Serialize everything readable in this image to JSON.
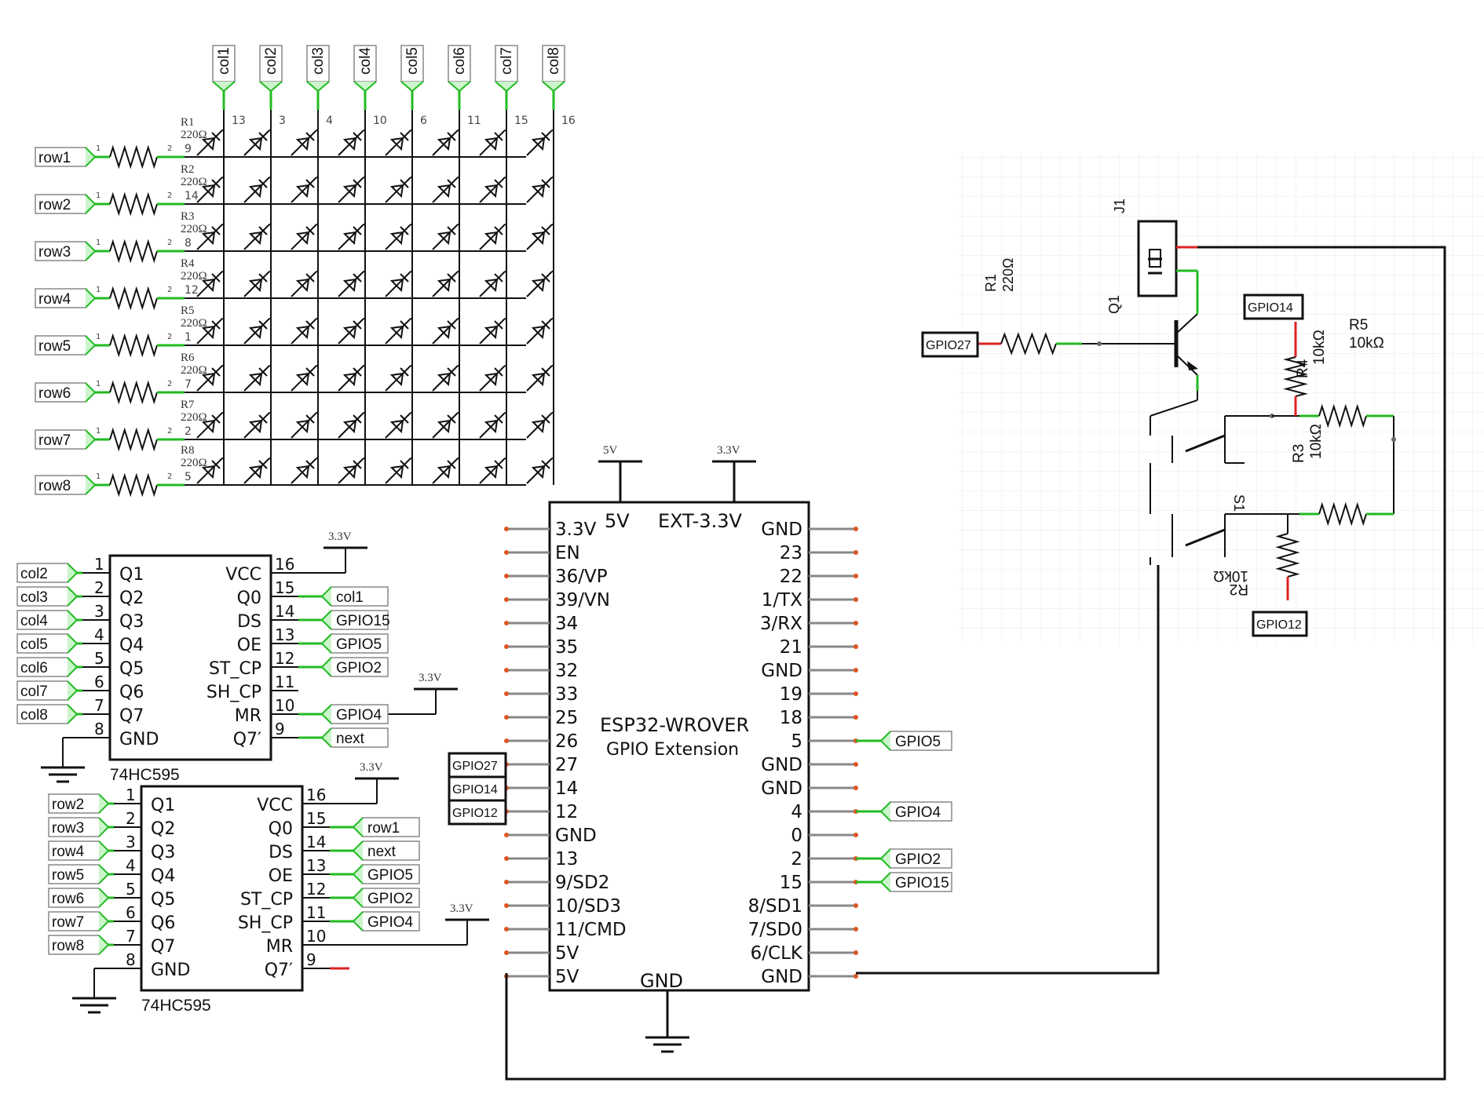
{
  "matrix": {
    "col_ports": [
      "col1",
      "col2",
      "col3",
      "col4",
      "col5",
      "col6",
      "col7",
      "col8"
    ],
    "col_pins": [
      "13",
      "3",
      "4",
      "10",
      "6",
      "11",
      "15",
      "16"
    ],
    "row_ports": [
      "row1",
      "row2",
      "row3",
      "row4",
      "row5",
      "row6",
      "row7",
      "row8"
    ],
    "row_pins": [
      "9",
      "14",
      "8",
      "12",
      "1",
      "7",
      "2",
      "5"
    ],
    "resistor_names": [
      "R1",
      "R2",
      "R3",
      "R4",
      "R5",
      "R6",
      "R7",
      "R8"
    ],
    "resistor_value": "220Ω"
  },
  "shift1": {
    "name": "74HC595",
    "left_pins": [
      "Q1",
      "Q2",
      "Q3",
      "Q4",
      "Q5",
      "Q6",
      "Q7",
      "GND"
    ],
    "left_nums": [
      "1",
      "2",
      "3",
      "4",
      "5",
      "6",
      "7",
      "8"
    ],
    "right_pins": [
      "VCC",
      "Q0",
      "DS",
      "OE",
      "ST_CP",
      "SH_CP",
      "MR",
      "Q7′"
    ],
    "right_nums": [
      "16",
      "15",
      "14",
      "13",
      "12",
      "11",
      "10",
      "9"
    ],
    "left_ports": [
      "col2",
      "col3",
      "col4",
      "col5",
      "col6",
      "col7",
      "col8"
    ],
    "right_ports": [
      "col1",
      "GPIO15",
      "GPIO5",
      "GPIO2",
      "GPIO4",
      "next"
    ],
    "supply_vcc": "3.3V",
    "supply_mr": "3.3V"
  },
  "shift2": {
    "name": "74HC595",
    "left_pins": [
      "Q1",
      "Q2",
      "Q3",
      "Q4",
      "Q5",
      "Q6",
      "Q7",
      "GND"
    ],
    "left_nums": [
      "1",
      "2",
      "3",
      "4",
      "5",
      "6",
      "7",
      "8"
    ],
    "right_pins": [
      "VCC",
      "Q0",
      "DS",
      "OE",
      "ST_CP",
      "SH_CP",
      "MR",
      "Q7′"
    ],
    "right_nums": [
      "16",
      "15",
      "14",
      "13",
      "12",
      "11",
      "10",
      "9"
    ],
    "left_ports": [
      "row2",
      "row3",
      "row4",
      "row5",
      "row6",
      "row7",
      "row8"
    ],
    "right_ports": [
      "row1",
      "next",
      "GPIO5",
      "GPIO2",
      "GPIO4"
    ],
    "supply_vcc": "3.3V",
    "supply_mr": "3.3V"
  },
  "esp32": {
    "title_line1": "ESP32-WROVER",
    "title_line2": "GPIO Extension",
    "top_5v": "5V",
    "top_ext": "EXT-3.3V",
    "bottom_gnd": "GND",
    "supply_5v": "5V",
    "supply_33v": "3.3V",
    "left_pins": [
      "3.3V",
      "EN",
      "36/VP",
      "39/VN",
      "34",
      "35",
      "32",
      "33",
      "25",
      "26",
      "27",
      "14",
      "12",
      "GND",
      "13",
      "9/SD2",
      "10/SD3",
      "11/CMD",
      "5V",
      "5V"
    ],
    "right_pins": [
      "GND",
      "23",
      "22",
      "1/TX",
      "3/RX",
      "21",
      "GND",
      "19",
      "18",
      "5",
      "GND",
      "GND",
      "4",
      "0",
      "2",
      "15",
      "8/SD1",
      "7/SD0",
      "6/CLK",
      "GND"
    ],
    "left_ports": [
      "GPIO27",
      "GPIO14",
      "GPIO12"
    ],
    "right_ports": [
      "GPIO5",
      "GPIO4",
      "GPIO2",
      "GPIO15"
    ]
  },
  "buzzer": {
    "j1": "J1",
    "q1": "Q1",
    "r1_name": "R1",
    "r1_value": "220Ω",
    "r5_name": "R5",
    "r5_value": "10kΩ",
    "r4_name": "R4",
    "r4_value": "10kΩ",
    "r3_name": "R3",
    "r3_value": "10kΩ",
    "r2_name": "R2",
    "r2_value": "10kΩ",
    "s1": "S1",
    "gpio27": "GPIO27",
    "gpio14": "GPIO14",
    "gpio12": "GPIO12"
  },
  "colors": {
    "wire": "#111111",
    "pin_green": "#22bb22",
    "pin_red": "#dd2222",
    "port_fill": "#ccf5cc",
    "grid": "#e6e6e6"
  }
}
